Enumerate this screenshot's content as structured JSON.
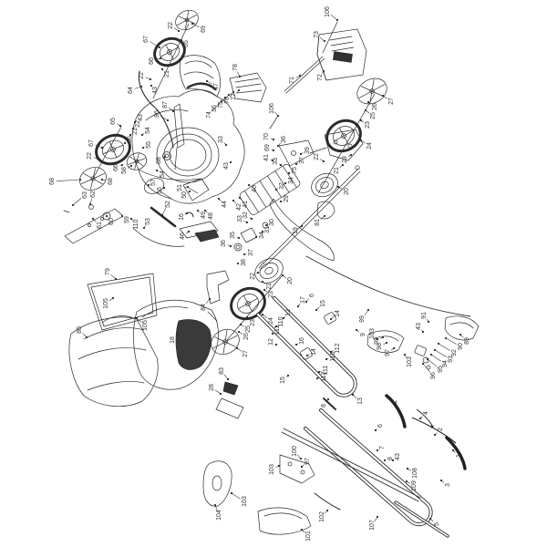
{
  "diagram": {
    "kind": "exploded-parts-diagram",
    "subject": "walk-behind lawn mower parts breakdown",
    "background_color": "#ffffff",
    "line_color": "#2b2b2b",
    "label_color": "#333333",
    "label_font_size": 7,
    "label_rotation_deg": -90,
    "labels": [
      [
        "22",
        187,
        28,
        196,
        34
      ],
      [
        "69",
        223,
        32,
        211,
        26
      ],
      [
        "65",
        204,
        48,
        199,
        44
      ],
      [
        "67",
        160,
        43,
        175,
        52
      ],
      [
        "66",
        166,
        67,
        176,
        64
      ],
      [
        "21",
        183,
        81,
        178,
        76
      ],
      [
        "22",
        155,
        83,
        165,
        87
      ],
      [
        "43",
        170,
        99,
        166,
        94
      ],
      [
        "64",
        143,
        99,
        155,
        95
      ],
      [
        "47",
        237,
        95,
        227,
        89
      ],
      [
        "78",
        258,
        74,
        263,
        84
      ],
      [
        "77",
        256,
        106,
        262,
        99
      ],
      [
        "76",
        249,
        110,
        256,
        101
      ],
      [
        "75",
        242,
        115,
        251,
        104
      ],
      [
        "36",
        235,
        119,
        247,
        107
      ],
      [
        "74",
        229,
        126,
        243,
        111
      ],
      [
        "87",
        181,
        115,
        190,
        122
      ],
      [
        "86",
        172,
        125,
        184,
        132
      ],
      [
        "106",
        359,
        13,
        370,
        22
      ],
      [
        "73",
        347,
        38,
        356,
        45
      ],
      [
        "72",
        351,
        85,
        355,
        78
      ],
      [
        "71",
        320,
        88,
        329,
        83
      ],
      [
        "106",
        298,
        119,
        305,
        127
      ],
      [
        "65",
        124,
        133,
        132,
        138
      ],
      [
        "43",
        154,
        129,
        148,
        134
      ],
      [
        "22",
        151,
        136,
        146,
        141
      ],
      [
        "21",
        148,
        144,
        143,
        148
      ],
      [
        "66",
        142,
        153,
        137,
        157
      ],
      [
        "54",
        162,
        143,
        156,
        148
      ],
      [
        "55",
        163,
        159,
        157,
        162
      ],
      [
        "67",
        100,
        157,
        112,
        162
      ],
      [
        "22",
        98,
        171,
        107,
        174
      ],
      [
        "88",
        174,
        176,
        181,
        172
      ],
      [
        "66",
        127,
        184,
        134,
        181
      ],
      [
        "58",
        136,
        187,
        144,
        182
      ],
      [
        "68",
        121,
        199,
        112,
        197
      ],
      [
        "68",
        57,
        199,
        88,
        197
      ],
      [
        "63",
        93,
        214,
        80,
        225
      ],
      [
        "62",
        102,
        213,
        99,
        224
      ],
      [
        "61",
        109,
        247,
        102,
        240
      ],
      [
        "60",
        122,
        243,
        117,
        237
      ],
      [
        "59",
        139,
        241,
        134,
        237
      ],
      [
        "110",
        149,
        246,
        144,
        240
      ],
      [
        "53",
        162,
        243,
        158,
        250
      ],
      [
        "52",
        184,
        224,
        178,
        236
      ],
      [
        "57",
        168,
        200,
        163,
        203
      ],
      [
        "56",
        175,
        209,
        180,
        206
      ],
      [
        "54",
        178,
        191,
        172,
        187
      ],
      [
        "50",
        202,
        214,
        208,
        210
      ],
      [
        "51",
        197,
        206,
        206,
        205
      ],
      [
        "16",
        199,
        238,
        205,
        234
      ],
      [
        "49",
        223,
        236,
        217,
        231
      ],
      [
        "48",
        231,
        237,
        225,
        231
      ],
      [
        "46",
        200,
        259,
        207,
        254
      ],
      [
        "45",
        221,
        261,
        216,
        256
      ],
      [
        "44",
        246,
        224,
        240,
        218
      ],
      [
        "42",
        262,
        227,
        256,
        220
      ],
      [
        "41",
        269,
        224,
        263,
        217
      ],
      [
        "40",
        279,
        207,
        273,
        203
      ],
      [
        "33",
        242,
        153,
        248,
        159
      ],
      [
        "43",
        248,
        182,
        253,
        178
      ],
      [
        "36",
        311,
        153,
        305,
        160
      ],
      [
        "39",
        337,
        165,
        330,
        169
      ],
      [
        "37",
        331,
        176,
        325,
        180
      ],
      [
        "33",
        302,
        177,
        308,
        181
      ],
      [
        "75",
        323,
        187,
        317,
        190
      ],
      [
        "34",
        319,
        198,
        313,
        201
      ],
      [
        "70",
        292,
        150,
        300,
        153
      ],
      [
        "69",
        293,
        162,
        300,
        165
      ],
      [
        "41",
        292,
        173,
        299,
        176
      ],
      [
        "32",
        309,
        204,
        303,
        208
      ],
      [
        "29",
        314,
        218,
        308,
        221
      ],
      [
        "30",
        298,
        244,
        292,
        247
      ],
      [
        "31",
        293,
        252,
        288,
        254
      ],
      [
        "32",
        269,
        236,
        276,
        240
      ],
      [
        "33",
        263,
        240,
        271,
        244
      ],
      [
        "34",
        287,
        258,
        281,
        260
      ],
      [
        "35",
        255,
        258,
        262,
        261
      ],
      [
        "36",
        245,
        267,
        253,
        270
      ],
      [
        "37",
        275,
        277,
        268,
        279
      ],
      [
        "38",
        267,
        288,
        261,
        289
      ],
      [
        "22",
        277,
        303,
        283,
        299
      ],
      [
        "27",
        429,
        111,
        420,
        105
      ],
      [
        "26",
        411,
        117,
        404,
        112
      ],
      [
        "25",
        409,
        127,
        401,
        121
      ],
      [
        "23",
        403,
        137,
        396,
        132
      ],
      [
        "24",
        405,
        160,
        396,
        154
      ],
      [
        "23",
        378,
        175,
        385,
        170
      ],
      [
        "21",
        369,
        187,
        376,
        181
      ],
      [
        "22",
        347,
        172,
        355,
        177
      ],
      [
        "20",
        380,
        210,
        371,
        205
      ],
      [
        "81",
        348,
        244,
        356,
        237
      ],
      [
        "19",
        324,
        253,
        331,
        248
      ],
      [
        "84",
        223,
        337,
        230,
        328
      ],
      [
        "21",
        295,
        314,
        288,
        309
      ],
      [
        "23",
        297,
        323,
        290,
        318
      ],
      [
        "20",
        318,
        308,
        310,
        302
      ],
      [
        "24",
        297,
        352,
        288,
        345
      ],
      [
        "23",
        277,
        354,
        271,
        348
      ],
      [
        "25",
        272,
        361,
        264,
        356
      ],
      [
        "26",
        270,
        369,
        262,
        364
      ],
      [
        "27",
        269,
        388,
        260,
        382
      ],
      [
        "18",
        189,
        373,
        196,
        367
      ],
      [
        "83",
        243,
        407,
        250,
        416
      ],
      [
        "28",
        232,
        425,
        242,
        432
      ],
      [
        "79",
        118,
        298,
        127,
        306
      ],
      [
        "105",
        116,
        333,
        124,
        327
      ],
      [
        "105",
        159,
        357,
        150,
        349
      ],
      [
        "80",
        87,
        362,
        95,
        370
      ],
      [
        "6",
        342,
        324,
        336,
        331
      ],
      [
        "17",
        332,
        329,
        327,
        336
      ],
      [
        "15",
        354,
        333,
        347,
        340
      ],
      [
        "12",
        316,
        343,
        311,
        349
      ],
      [
        "110",
        308,
        353,
        303,
        358
      ],
      [
        "111",
        304,
        362,
        299,
        366
      ],
      [
        "16",
        331,
        374,
        325,
        378
      ],
      [
        "14",
        370,
        344,
        363,
        350
      ],
      [
        "99",
        397,
        350,
        404,
        340
      ],
      [
        "9",
        398,
        367,
        391,
        362
      ],
      [
        "103",
        408,
        366,
        414,
        372
      ],
      [
        "112",
        370,
        382,
        363,
        386
      ],
      [
        "110",
        365,
        391,
        358,
        394
      ],
      [
        "111",
        357,
        406,
        350,
        408
      ],
      [
        "112",
        355,
        413,
        348,
        415
      ],
      [
        "14",
        344,
        386,
        337,
        390
      ],
      [
        "12",
        297,
        375,
        303,
        378
      ],
      [
        "15",
        310,
        417,
        316,
        412
      ],
      [
        "8",
        355,
        445,
        360,
        438
      ],
      [
        "13",
        395,
        440,
        387,
        433
      ],
      [
        "91",
        465,
        346,
        470,
        353
      ],
      [
        "43",
        459,
        358,
        464,
        364
      ],
      [
        "99",
        413,
        374,
        420,
        370
      ],
      [
        "98",
        416,
        380,
        424,
        376
      ],
      [
        "97",
        425,
        387,
        432,
        382
      ],
      [
        "103",
        449,
        397,
        444,
        389
      ],
      [
        "89",
        512,
        374,
        505,
        367
      ],
      [
        "90",
        505,
        380,
        489,
        371
      ],
      [
        "92",
        498,
        387,
        481,
        377
      ],
      [
        "93",
        494,
        394,
        477,
        384
      ],
      [
        "94",
        488,
        399,
        473,
        389
      ],
      [
        "95",
        483,
        405,
        469,
        394
      ],
      [
        "96",
        475,
        412,
        464,
        399
      ],
      [
        "1",
        433,
        441,
        437,
        448
      ],
      [
        "4",
        467,
        453,
        461,
        459
      ],
      [
        "2",
        483,
        471,
        477,
        477
      ],
      [
        "1",
        503,
        500,
        497,
        494
      ],
      [
        "6",
        417,
        467,
        412,
        472
      ],
      [
        "7",
        419,
        491,
        414,
        494
      ],
      [
        "8",
        428,
        503,
        422,
        505
      ],
      [
        "43",
        436,
        501,
        431,
        505
      ],
      [
        "108",
        455,
        519,
        447,
        514
      ],
      [
        "109",
        454,
        533,
        446,
        528
      ],
      [
        "3",
        491,
        532,
        484,
        527
      ],
      [
        "5",
        479,
        575,
        472,
        569
      ],
      [
        "107",
        408,
        576,
        414,
        567
      ],
      [
        "100",
        323,
        495,
        330,
        503
      ],
      [
        "97",
        337,
        506,
        331,
        512
      ],
      [
        "103",
        298,
        515,
        306,
        511
      ],
      [
        "103",
        268,
        550,
        254,
        541
      ],
      [
        "104",
        240,
        565,
        236,
        554
      ],
      [
        "102",
        353,
        567,
        359,
        560
      ],
      [
        "101",
        338,
        588,
        331,
        581
      ]
    ]
  }
}
